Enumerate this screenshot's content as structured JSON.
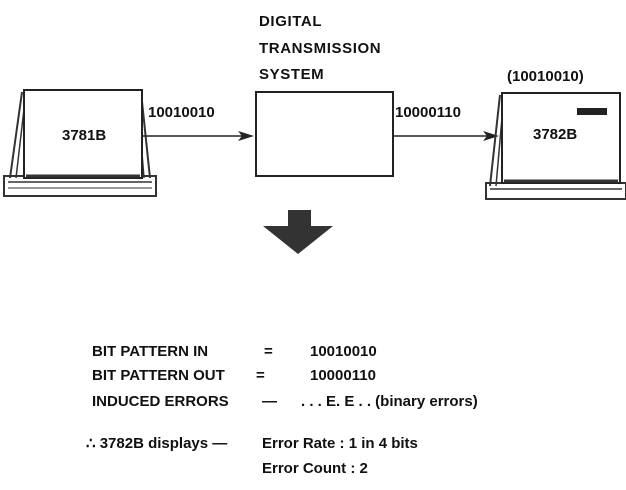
{
  "system_title": [
    "DIGITAL",
    "TRANSMISSION",
    "SYSTEM"
  ],
  "transmitter": {
    "model": "3781B"
  },
  "receiver": {
    "model": "3782B",
    "received_pattern": "(10010010)"
  },
  "link_in_label": "10010010",
  "link_out_label": "10000110",
  "results": {
    "bit_pattern_in_label": "BIT PATTERN IN",
    "bit_pattern_in_sep": "=",
    "bit_pattern_in_value": "10010010",
    "bit_pattern_out_label": "BIT PATTERN OUT",
    "bit_pattern_out_sep": "=",
    "bit_pattern_out_value": "10000110",
    "induced_errors_label": "INDUCED ERRORS",
    "induced_errors_sep": "—",
    "induced_errors_value": ". . . E. E . . (binary errors)",
    "conclusion_prefix": "∴ 3782B displays —",
    "error_rate": "Error Rate : 1 in 4 bits",
    "error_count": "Error Count : 2"
  },
  "colors": {
    "ink": "#111111",
    "panel_edge": "#333333"
  }
}
